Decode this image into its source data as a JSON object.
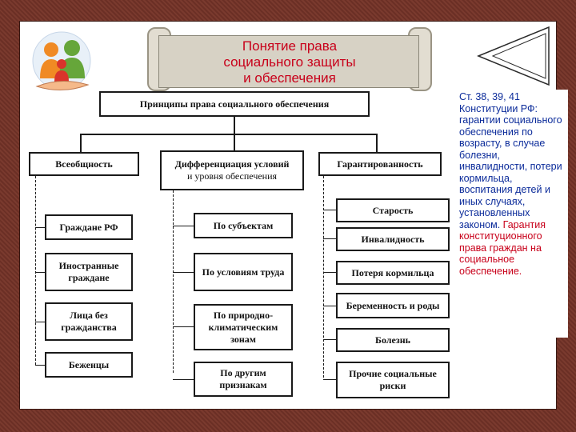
{
  "title": "Понятие права социального защиты и обеспечения",
  "title_lines": [
    "Понятие права",
    "социального защиты",
    "и обеспечения"
  ],
  "colors": {
    "title": "#c8001a",
    "text_blue": "#0b2b9a",
    "frame": "#6b2f25"
  },
  "icons": {
    "logo": "family-logo-icon",
    "decor": "arrow-decor-icon"
  },
  "diagram": {
    "root": "Принципы права социального обеспечения",
    "columns": [
      {
        "header": "Всеобщность",
        "items": [
          "Граждане РФ",
          "Иностранные граждане",
          "Лица без гражданства",
          "Беженцы"
        ]
      },
      {
        "header_lines": [
          "Дифференциация условий",
          "и уровня обеспечения"
        ],
        "items": [
          "По субъектам",
          "По условиям труда",
          "По природно-климатическим зонам",
          "По другим признакам"
        ]
      },
      {
        "header": "Гарантированность",
        "items": [
          "Старость",
          "Инвалидность",
          "Потеря кормильца",
          "Беременность и роды",
          "Болезнь",
          "Прочие социальные риски"
        ]
      }
    ]
  },
  "side_note": {
    "lead": "Ст. 38, 39, 41 Конституции РФ: гарантии социального обеспечения по возрасту, в случае болезни, инвалидности, потери кормильца, воспитания детей и иных случаях, установленных законом.",
    "emphasis": "Гарантия конституционного права граждан на социальное обеспечение."
  }
}
